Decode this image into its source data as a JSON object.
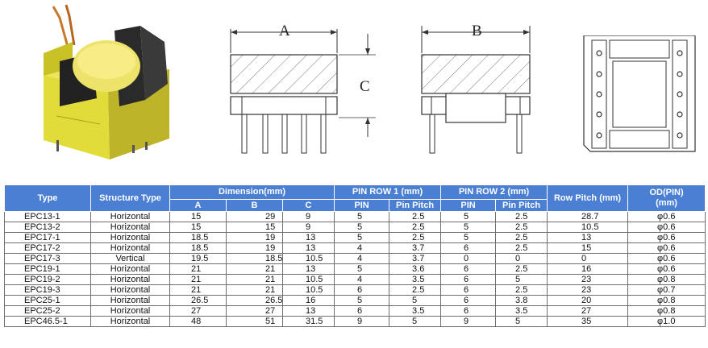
{
  "drawing_labels": {
    "a": "A",
    "b": "B",
    "c": "C"
  },
  "table": {
    "headers": {
      "type": "Type",
      "structure_type": "Structure Type",
      "dimension": "Dimension(mm)",
      "pin_row_1": "PIN ROW 1 (mm)",
      "pin_row_2": "PIN ROW 2 (mm)",
      "row_pitch": "Row Pitch (mm)",
      "od_pin": "OD(PIN)",
      "od_unit": "(mm)",
      "a": "A",
      "b": "B",
      "c": "C",
      "pin": "PIN",
      "pin_pitch": "Pin Pitch",
      "pin2": "PIN",
      "pin_pitch2": "Pin Pitch"
    },
    "rows": [
      {
        "type": "EPC13-1",
        "structure": "Horizontal",
        "a": "15",
        "b": "29",
        "c": "9",
        "pin1": "5",
        "pitch1": "2.5",
        "pin2": "5",
        "pitch2": "2.5",
        "row_pitch": "28.7",
        "od": "φ0.6"
      },
      {
        "type": "EPC13-2",
        "structure": "Horizontal",
        "a": "15",
        "b": "15",
        "c": "9",
        "pin1": "5",
        "pitch1": "2.5",
        "pin2": "5",
        "pitch2": "2.5",
        "row_pitch": "10.5",
        "od": "φ0.6"
      },
      {
        "type": "EPC17-1",
        "structure": "Horizontal",
        "a": "18.5",
        "b": "19",
        "c": "13",
        "pin1": "5",
        "pitch1": "2.5",
        "pin2": "5",
        "pitch2": "2.5",
        "row_pitch": "13",
        "od": "φ0.6"
      },
      {
        "type": "EPC17-2",
        "structure": "Horizontal",
        "a": "18.5",
        "b": "19",
        "c": "13",
        "pin1": "4",
        "pitch1": "3.7",
        "pin2": "6",
        "pitch2": "2.5",
        "row_pitch": "15",
        "od": "φ0.6"
      },
      {
        "type": "EPC17-3",
        "structure": "Vertical",
        "a": "19.5",
        "b": "18.5",
        "c": "10.5",
        "pin1": "4",
        "pitch1": "3.7",
        "pin2": "0",
        "pitch2": "0",
        "row_pitch": "0",
        "od": "φ0.6"
      },
      {
        "type": "EPC19-1",
        "structure": "Horizontal",
        "a": "21",
        "b": "21",
        "c": "13",
        "pin1": "5",
        "pitch1": "3.6",
        "pin2": "6",
        "pitch2": "2.5",
        "row_pitch": "16",
        "od": "φ0.6"
      },
      {
        "type": "EPC19-2",
        "structure": "Horizontal",
        "a": "21",
        "b": "21",
        "c": "10.5",
        "pin1": "4",
        "pitch1": "3.5",
        "pin2": "6",
        "pitch2": "5",
        "row_pitch": "23",
        "od": "φ0.8"
      },
      {
        "type": "EPC19-3",
        "structure": "Horizontal",
        "a": "21",
        "b": "21",
        "c": "10.5",
        "pin1": "6",
        "pitch1": "2.5",
        "pin2": "6",
        "pitch2": "2.5",
        "row_pitch": "23",
        "od": "φ0.7"
      },
      {
        "type": "EPC25-1",
        "structure": "Horizontal",
        "a": "26.5",
        "b": "26.5",
        "c": "16",
        "pin1": "5",
        "pitch1": "5",
        "pin2": "6",
        "pitch2": "3.8",
        "row_pitch": "20",
        "od": "φ0.8"
      },
      {
        "type": "EPC25-2",
        "structure": "Horizontal",
        "a": "27",
        "b": "27",
        "c": "13",
        "pin1": "6",
        "pitch1": "3.5",
        "pin2": "6",
        "pitch2": "3.5",
        "row_pitch": "27",
        "od": "φ0.8"
      },
      {
        "type": "EPC46.5-1",
        "structure": "Horizontal",
        "a": "48",
        "b": "51",
        "c": "31.5",
        "pin1": "9",
        "pitch1": "5",
        "pin2": "9",
        "pitch2": "5",
        "row_pitch": "35",
        "od": "φ1.0"
      }
    ]
  }
}
